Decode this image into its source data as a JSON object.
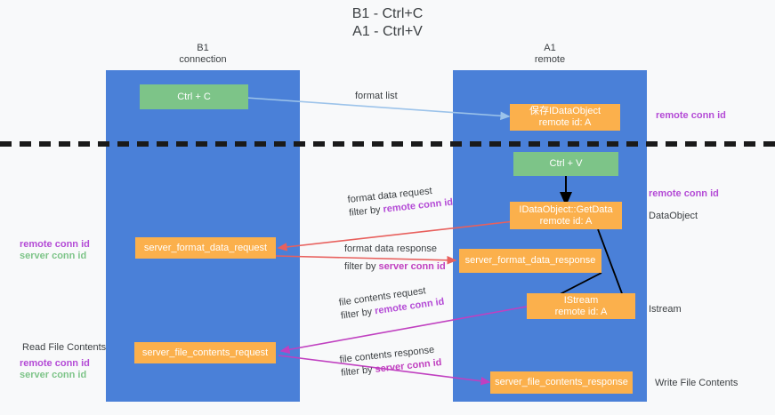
{
  "title": "B1 - Ctrl+C\nA1 - Ctrl+V",
  "columns": [
    {
      "name": "col-b1",
      "label": "B1\nconnection"
    },
    {
      "name": "col-a1",
      "label": "A1\nremote"
    }
  ],
  "boxes": [
    {
      "name": "ctrl-c-box",
      "label": "Ctrl + C",
      "color": "#7dc488"
    },
    {
      "name": "save-idataobject-box",
      "label": "保存IDataObject\nremote id: A",
      "color": "#fbb04c"
    },
    {
      "name": "ctrl-v-box",
      "label": "Ctrl + V",
      "color": "#7dc488"
    },
    {
      "name": "idataobject-getdata-box",
      "label": "IDataObject::GetData\nremote id: A",
      "color": "#fbb04c"
    },
    {
      "name": "server-format-data-request-box",
      "label": "server_format_data_request",
      "color": "#fbb04c"
    },
    {
      "name": "server-format-data-response-box",
      "label": "server_format_data_response",
      "color": "#fbb04c"
    },
    {
      "name": "istream-box",
      "label": "IStream\nremote id: A",
      "color": "#fbb04c"
    },
    {
      "name": "server-file-contents-request-box",
      "label": "server_file_contents_request",
      "color": "#fbb04c"
    },
    {
      "name": "server-file-contents-response-box",
      "label": "server_file_contents_response",
      "color": "#fbb04c"
    }
  ],
  "edges": [
    {
      "name": "format-list-edge",
      "label": "format list",
      "filter_prefix": "",
      "filter_value": "",
      "color": "#9cc3ea"
    },
    {
      "name": "format-data-request-edge",
      "label": "format data request",
      "filter_prefix": "filter by ",
      "filter_value": "remote conn id",
      "color": "#e8605d"
    },
    {
      "name": "format-data-response-edge",
      "label": "format data response",
      "filter_prefix": "filter by ",
      "filter_value": "server conn id",
      "color": "#e8605d"
    },
    {
      "name": "file-contents-request-edge",
      "label": "file contents request",
      "filter_prefix": "filter by ",
      "filter_value": "remote conn id",
      "color": "#c040c0"
    },
    {
      "name": "file-contents-response-edge",
      "label": "file contents response",
      "filter_prefix": "filter by ",
      "filter_value": "server conn id",
      "color": "#c040c0"
    }
  ],
  "left_labels": [
    {
      "name": "left-remote-conn-id-1",
      "text": "remote conn id",
      "color": "#b44bd6"
    },
    {
      "name": "left-server-conn-id-1",
      "text": "server conn id",
      "color": "#7dc488"
    },
    {
      "name": "read-file-contents",
      "text": "Read File Contents",
      "color": "#3c4043"
    },
    {
      "name": "left-remote-conn-id-2",
      "text": "remote conn id",
      "color": "#b44bd6"
    },
    {
      "name": "left-server-conn-id-2",
      "text": "server conn id",
      "color": "#7dc488"
    }
  ],
  "right_labels": [
    {
      "name": "right-remote-conn-id-1",
      "text": "remote conn id",
      "color": "#b44bd6"
    },
    {
      "name": "right-remote-conn-id-2",
      "text": "remote conn id",
      "color": "#b44bd6"
    },
    {
      "name": "dataobject-label",
      "text": "DataObject",
      "color": "#3c4043"
    },
    {
      "name": "istream-label",
      "text": "Istream",
      "color": "#3c4043"
    },
    {
      "name": "write-file-contents",
      "text": "Write File Contents",
      "color": "#3c4043"
    }
  ],
  "colors": {
    "lane": "#4a80d8",
    "green_box": "#7dc488",
    "orange_box": "#fbb04c",
    "background": "#f8f9fa",
    "divider": "#1a1a1a",
    "arrow_blue": "#9cc3ea",
    "arrow_red": "#e8605d",
    "arrow_magenta": "#c040c0",
    "arrow_black": "#000000"
  }
}
